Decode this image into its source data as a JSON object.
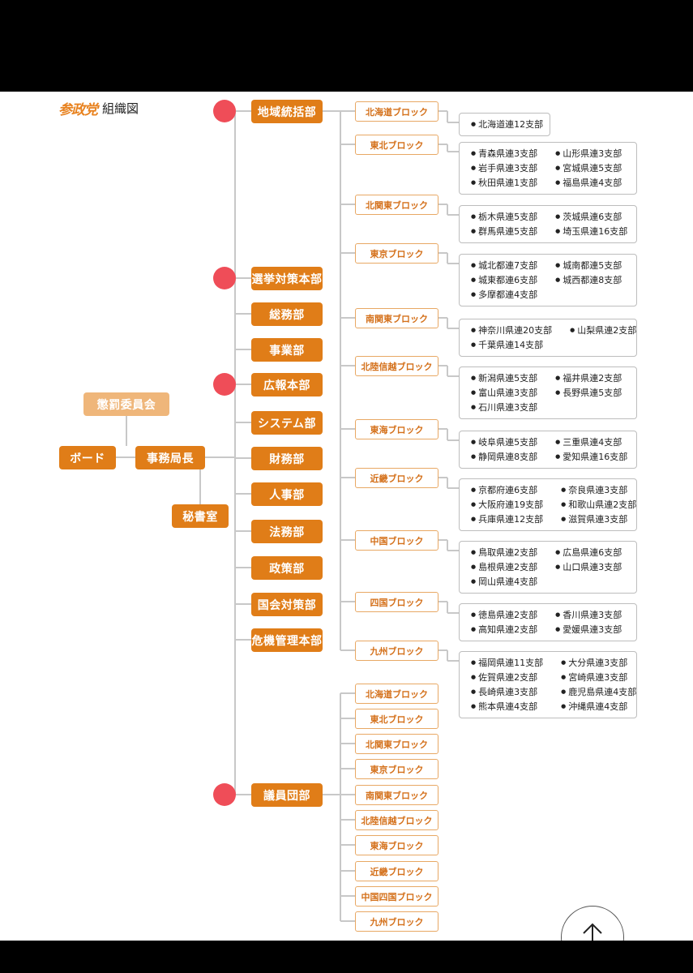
{
  "header": {
    "logo_text": "参政党",
    "title": "組織図"
  },
  "nodes": {
    "board": "ボード",
    "secretary_general": "事務局長",
    "discipline_committee": "懲罰委員会",
    "secretariat": "秘書室"
  },
  "departments": [
    {
      "label": "地域統括部",
      "marked": true
    },
    {
      "label": "選挙対策本部",
      "marked": true
    },
    {
      "label": "総務部",
      "marked": false
    },
    {
      "label": "事業部",
      "marked": false
    },
    {
      "label": "広報本部",
      "marked": true
    },
    {
      "label": "システム部",
      "marked": false
    },
    {
      "label": "財務部",
      "marked": false
    },
    {
      "label": "人事部",
      "marked": false
    },
    {
      "label": "法務部",
      "marked": false
    },
    {
      "label": "政策部",
      "marked": false
    },
    {
      "label": "国会対策部",
      "marked": false
    },
    {
      "label": "危機管理本部",
      "marked": false
    },
    {
      "label": "議員団部",
      "marked": true
    }
  ],
  "regional_blocks": [
    {
      "label": "北海道ブロック",
      "chapters": [
        "北海道連12支部"
      ]
    },
    {
      "label": "東北ブロック",
      "chapters": [
        "青森県連3支部",
        "山形県連3支部",
        "岩手県連3支部",
        "宮城県連5支部",
        "秋田県連1支部",
        "福島県連4支部"
      ]
    },
    {
      "label": "北関東ブロック",
      "chapters": [
        "栃木県連5支部",
        "茨城県連6支部",
        "群馬県連5支部",
        "埼玉県連16支部"
      ]
    },
    {
      "label": "東京ブロック",
      "chapters": [
        "城北都連7支部",
        "城南都連5支部",
        "城東都連6支部",
        "城西都連8支部",
        "多摩都連4支部"
      ]
    },
    {
      "label": "南関東ブロック",
      "chapters": [
        "神奈川県連20支部",
        "山梨県連2支部",
        "千葉県連14支部"
      ]
    },
    {
      "label": "北陸信越ブロック",
      "chapters": [
        "新潟県連5支部",
        "福井県連2支部",
        "富山県連3支部",
        "長野県連5支部",
        "石川県連3支部"
      ]
    },
    {
      "label": "東海ブロック",
      "chapters": [
        "岐阜県連5支部",
        "三重県連4支部",
        "静岡県連8支部",
        "愛知県連16支部"
      ]
    },
    {
      "label": "近畿ブロック",
      "chapters": [
        "京都府連6支部",
        "奈良県連3支部",
        "大阪府連19支部",
        "和歌山県連2支部",
        "兵庫県連12支部",
        "滋賀県連3支部"
      ]
    },
    {
      "label": "中国ブロック",
      "chapters": [
        "鳥取県連2支部",
        "広島県連6支部",
        "島根県連2支部",
        "山口県連3支部",
        "岡山県連4支部"
      ]
    },
    {
      "label": "四国ブロック",
      "chapters": [
        "徳島県連2支部",
        "香川県連3支部",
        "高知県連2支部",
        "愛媛県連3支部"
      ]
    },
    {
      "label": "九州ブロック",
      "chapters": [
        "福岡県連11支部",
        "大分県連3支部",
        "佐賀県連2支部",
        "宮崎県連3支部",
        "長崎県連3支部",
        "鹿児島県連4支部",
        "熊本県連4支部",
        "沖縄県連4支部"
      ]
    }
  ],
  "legislator_blocks": [
    "北海道ブロック",
    "東北ブロック",
    "北関東ブロック",
    "東京ブロック",
    "南関東ブロック",
    "北陸信越ブロック",
    "東海ブロック",
    "近畿ブロック",
    "中国四国ブロック",
    "九州ブロック"
  ],
  "colors": {
    "dept": "#e07d18",
    "dept_light": "#efb67a",
    "marker": "#ef4d58",
    "block_border": "#e8a864",
    "connector": "#c8c8c8"
  },
  "scroll_top_icon": "arrow-up-icon"
}
